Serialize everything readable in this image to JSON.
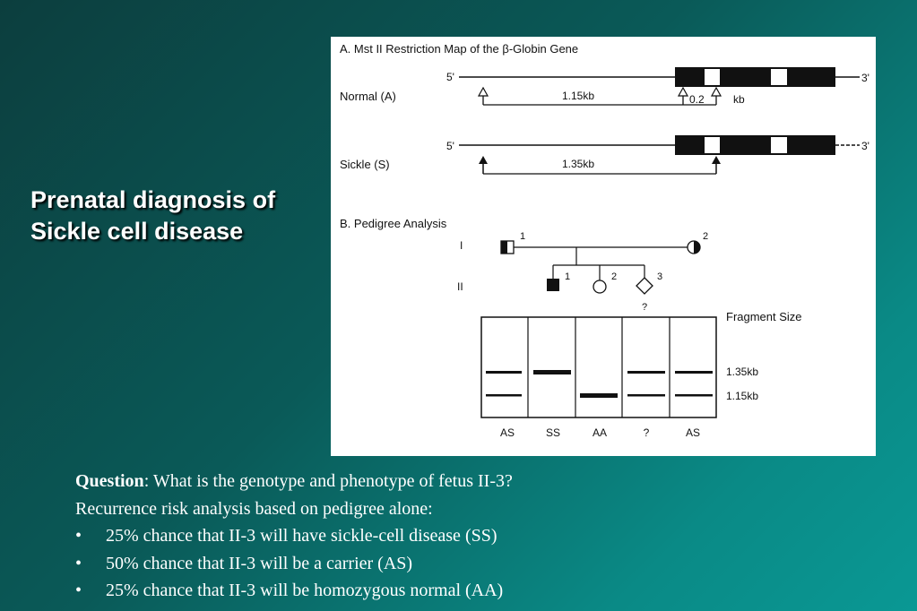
{
  "slide": {
    "title_line1": "Prenatal diagnosis of",
    "title_line2": "Sickle cell disease"
  },
  "figure": {
    "section_a_title": "A. Mst II Restriction Map of the β-Globin Gene",
    "five_prime": "5'",
    "three_prime": "3'",
    "normal": {
      "label": "Normal (A)",
      "fragment1": "1.15kb",
      "fragment2": "0.2",
      "unit": "kb"
    },
    "sickle": {
      "label": "Sickle (S)",
      "fragment1": "1.35kb"
    },
    "section_b_title": "B. Pedigree Analysis",
    "generations": {
      "gen1": "I",
      "gen2": "II"
    },
    "individuals": {
      "i1": "1",
      "i2": "2",
      "ii1": "1",
      "ii2": "2",
      "ii3": "3",
      "fetus_mark": "?"
    },
    "gel": {
      "fragment_size_label": "Fragment Size",
      "band_labels": [
        "1.35kb",
        "1.15kb"
      ],
      "lanes": [
        "AS",
        "SS",
        "AA",
        "?",
        "AS"
      ]
    }
  },
  "text": {
    "question_label": "Question",
    "question_rest": ": What is the genotype and phenotype of fetus II-3?",
    "subheading": "Recurrence risk analysis based on pedigree alone:",
    "bullet_char": "•",
    "bullets": [
      "25% chance that II-3 will have sickle-cell disease (SS)",
      "50% chance that II-3 will be a carrier (AS)",
      "25% chance that II-3 will be homozygous normal (AA)"
    ]
  }
}
